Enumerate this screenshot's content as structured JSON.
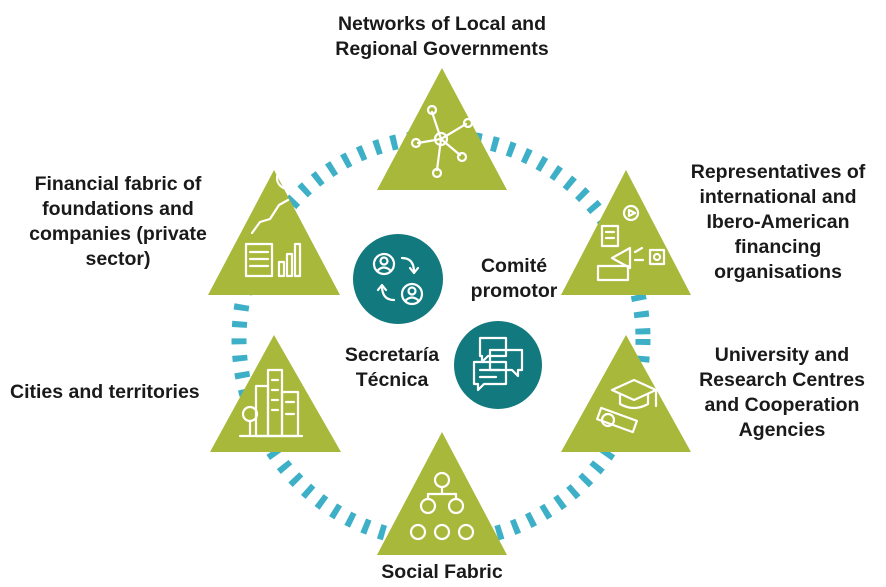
{
  "colors": {
    "triangle": "#a7b83a",
    "ring": "#3db0c8",
    "center_circle": "#127a7e",
    "icon_stroke": "#ffffff",
    "text": "#1a1a1a"
  },
  "nodes": {
    "top": {
      "icon": "network-nodes-icon",
      "lines": [
        "Networks of Local and",
        "Regional Governments"
      ]
    },
    "top_left": {
      "icon": "finance-charts-icon",
      "lines": [
        "Financial fabric of",
        "foundations and",
        "companies (private",
        "sector)"
      ]
    },
    "top_right": {
      "icon": "megaphone-media-icon",
      "lines": [
        "Representatives of",
        "international and",
        "Ibero-American",
        "financing",
        "organisations"
      ]
    },
    "bottom_left": {
      "icon": "city-buildings-icon",
      "lines": [
        "Cities and territories"
      ]
    },
    "bottom_right": {
      "icon": "graduation-cap-diploma-icon",
      "lines": [
        "University and",
        "Research Centres",
        "and Cooperation",
        "Agencies"
      ]
    },
    "bottom": {
      "icon": "people-hierarchy-icon",
      "lines": [
        "Social Fabric"
      ]
    }
  },
  "center": {
    "comite": {
      "icon": "user-exchange-icon",
      "lines": [
        "Comité",
        "promotor"
      ]
    },
    "secretaria": {
      "icon": "chat-bubbles-icon",
      "lines": [
        "Secretaría",
        "Técnica"
      ]
    }
  }
}
